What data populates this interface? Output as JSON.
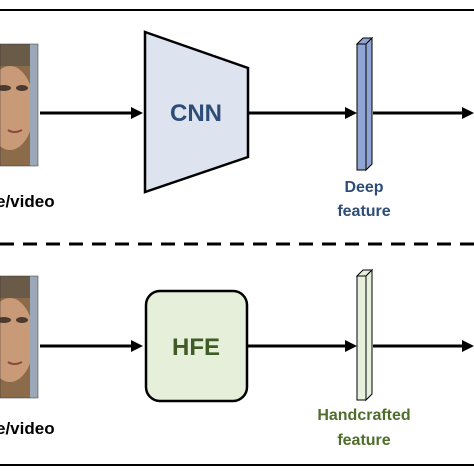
{
  "top_row": {
    "input_label": "e/video",
    "block_label": "CNN",
    "feature_label_line1": "Deep",
    "feature_label_line2": "feature",
    "block_fill": "#dde3ef",
    "feature_fill": "#8fa6d4",
    "label_color": "#2d4d78",
    "feature_text_color": "#2d4d78"
  },
  "bottom_row": {
    "input_label": "e/video",
    "block_label": "HFE",
    "feature_label_line1": "Handcrafted",
    "feature_label_line2": "feature",
    "block_fill": "#e5efd9",
    "feature_fill": "#e7f0dd",
    "label_color": "#3f5b26",
    "feature_text_color": "#4f6e2c"
  }
}
